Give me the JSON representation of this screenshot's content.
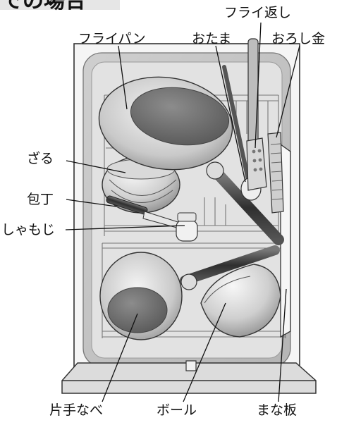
{
  "title": "での場合",
  "labels": {
    "frying_pan": "フライパン",
    "ladle": "おたま",
    "turner": "フライ返し",
    "grater": "おろし金",
    "colander": "ざる",
    "knife": "包丁",
    "rice_paddle": "しゃもじ",
    "saucepan": "片手なべ",
    "bowl": "ボール",
    "cutting_board": "まな板"
  }
}
